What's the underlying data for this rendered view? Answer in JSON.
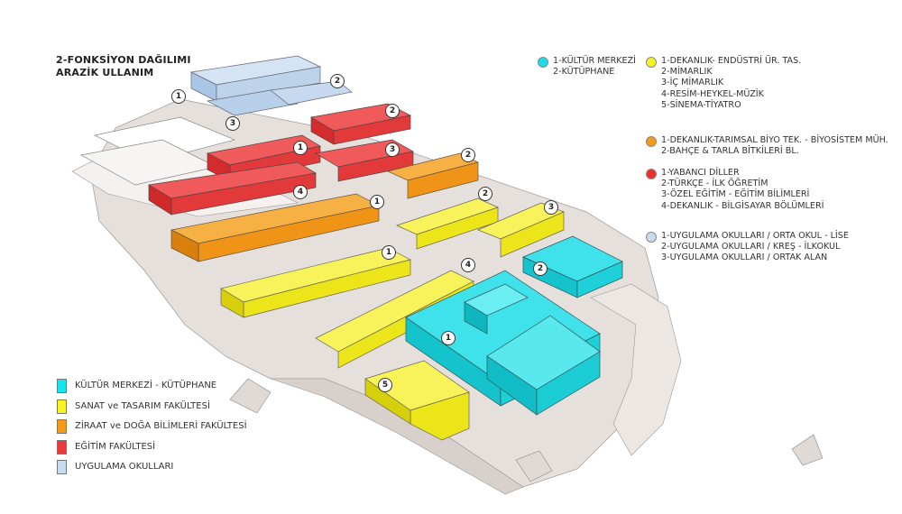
{
  "title": {
    "line1": "2-FONKSİYON DAĞILIMI",
    "line2": "ARAZİK ULLANIM"
  },
  "colors": {
    "cyan": "#1fd3dd",
    "yellow": "#f3ef2c",
    "orange": "#f39a1b",
    "red": "#ea3a3a",
    "blue": "#b5d0ea",
    "white": "#ffffff",
    "ground": "#e3ddd8"
  },
  "groups": [
    {
      "color": "#19dde9",
      "lines": [
        "1-KÜLTÜR MERKEZİ",
        "2-KÜTÜPHANE"
      ]
    },
    {
      "color": "#f7f224",
      "lines": [
        "1-DEKANLIK- ENDÜSTRİ ÜR. TAS.",
        "2-MİMARLIK",
        "3-İÇ MİMARLIK",
        "4-RESİM-HEYKEL-MÜZİK",
        "5-SİNEMA-TİYATRO"
      ]
    },
    {
      "color": "#f39a1b",
      "lines": [
        "1-DEKANLIK-TARIMSAL BİYO TEK. - BİYOSİSTEM MÜH.",
        "2-BAHÇE & TARLA BİTKİLERİ BL."
      ]
    },
    {
      "color": "#ea2f2f",
      "lines": [
        "1-YABANCI DİLLER",
        "2-TÜRKÇE - İLK ÖĞRETİM",
        "3-ÖZEL EĞİTİM - EĞİTİM BİLİMLERİ",
        "4-DEKANLIK - BİLGİSAYAR BÖLÜMLERİ"
      ]
    },
    {
      "color": "#c8dcf0",
      "lines": [
        "1-UYGULAMA OKULLARI / ORTA OKUL - LİSE",
        "2-UYGULAMA OKULLARI / KREŞ - İLKOKUL",
        "3-UYGULAMA OKULLARI / ORTAK ALAN"
      ]
    }
  ],
  "legend": [
    {
      "color": "#19e6ec",
      "label": "KÜLTÜR MERKEZİ - KÜTÜPHANE"
    },
    {
      "color": "#f7f224",
      "label": "SANAT ve TASARIM FAKÜLTESİ"
    },
    {
      "color": "#f39a1b",
      "label": "ZİRAAT ve DOĞA BİLİMLERİ FAKÜLTESİ"
    },
    {
      "color": "#ea3a3a",
      "label": "EĞİTİM FAKÜLTESİ"
    },
    {
      "color": "#c8dcf0",
      "label": "UYGULAMA OKULLARI"
    }
  ],
  "markers": [
    "1",
    "2",
    "3",
    "2",
    "1",
    "3",
    "4",
    "2",
    "1",
    "2",
    "3",
    "1",
    "4",
    "2",
    "1",
    "5"
  ]
}
